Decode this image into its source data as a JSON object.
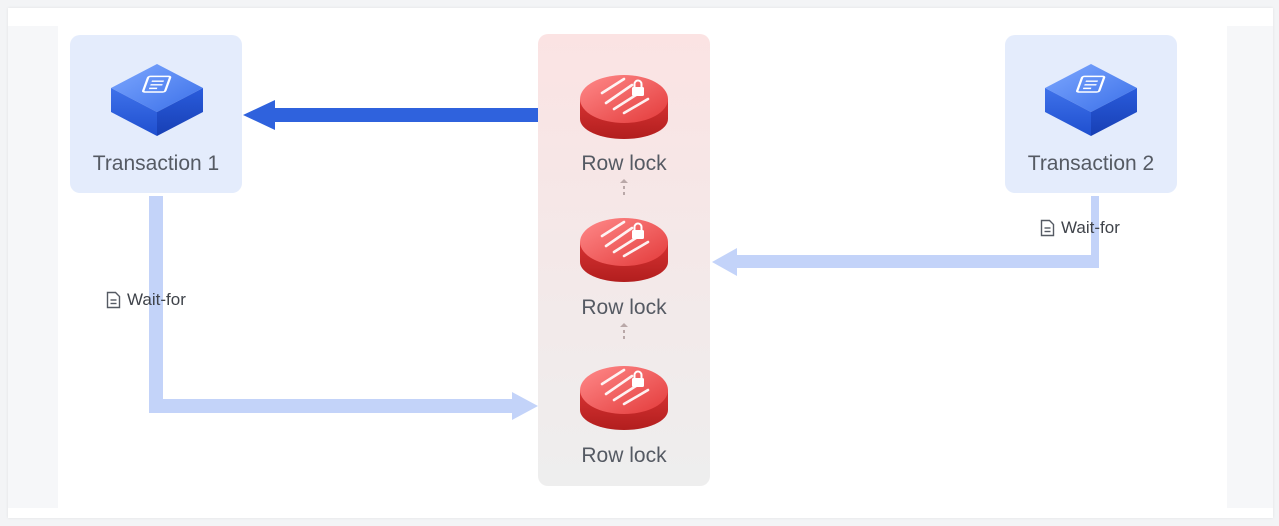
{
  "transactions": [
    {
      "label": "Transaction 1",
      "icon": "server-block-icon"
    },
    {
      "label": "Transaction 2",
      "icon": "server-block-icon"
    }
  ],
  "locks": [
    {
      "label": "Row lock",
      "icon": "row-lock-icon"
    },
    {
      "label": "Row lock",
      "icon": "row-lock-icon"
    },
    {
      "label": "Row lock",
      "icon": "row-lock-icon"
    }
  ],
  "edges": [
    {
      "from": "Row lock (top)",
      "to": "Transaction 1",
      "label": "",
      "color": "#2f62dd"
    },
    {
      "from": "Transaction 1",
      "to": "Row lock (bottom)",
      "label": "Wait-for",
      "color": "#c3d3f9"
    },
    {
      "from": "Transaction 2",
      "to": "Row lock (middle)",
      "label": "Wait-for",
      "color": "#c3d3f9"
    }
  ],
  "colors": {
    "tx_card": "#e4ecfc",
    "lock_red": "#e03b3b",
    "holds_arrow": "#2f62dd",
    "wait_arrow": "#c3d3f9"
  }
}
